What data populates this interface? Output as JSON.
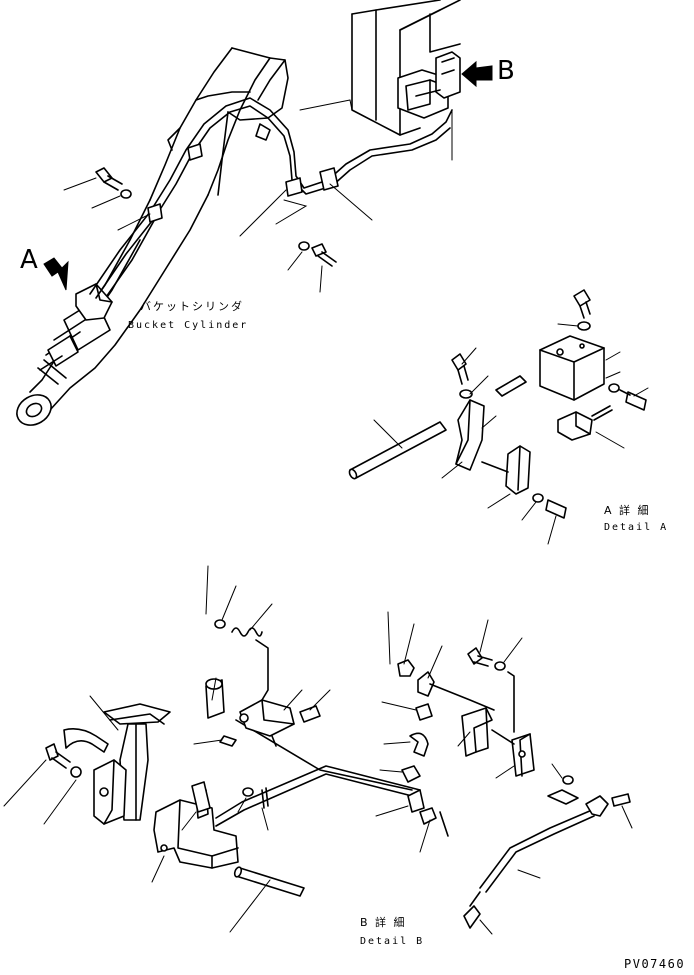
{
  "views": {
    "main": {
      "view_a_marker": "A",
      "view_b_marker": "B",
      "cylinder_label_jp": "バケットシリンダ",
      "cylinder_label_en": "Bucket Cylinder"
    },
    "detail_a": {
      "title_jp": "A 詳 細",
      "title_en": "Detail A"
    },
    "detail_b": {
      "title_jp": "B 詳 細",
      "title_en": "Detail B"
    }
  },
  "drawing_number": "PV07460"
}
